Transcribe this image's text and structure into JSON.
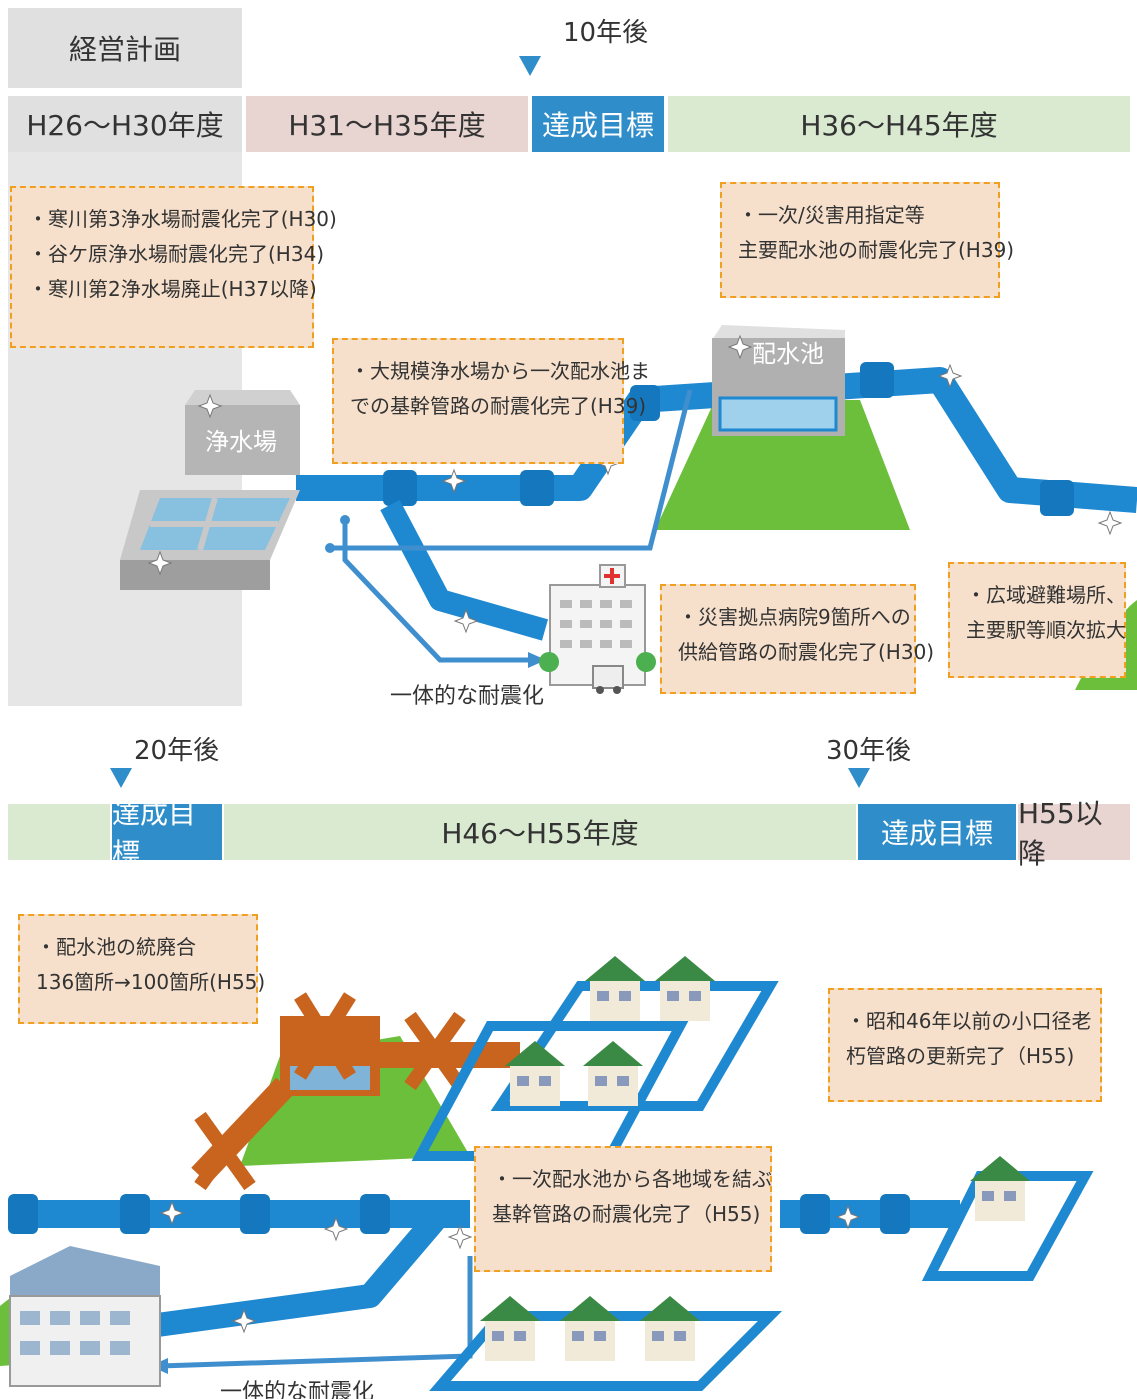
{
  "colors": {
    "accent_blue": "#2f8dca",
    "pipe_blue": "#1e88d0",
    "pink_band": "#e8d4d0",
    "green_band": "#d9ead0",
    "gray_band": "#e0e0e0",
    "note_fill": "#f6e0cc",
    "note_border": "#f0a020",
    "lawn": "#6cbf3a",
    "abandoned": "#c8641e"
  },
  "top_panel": {
    "plan_label": "経営計画",
    "milestone": "10年後",
    "periods": [
      "H26～H30年度",
      "H31～H35年度",
      "達成目標",
      "H36～H45年度"
    ],
    "notes": {
      "plants": [
        "・寒川第3浄水場耐震化完了(H30)",
        "・谷ケ原浄水場耐震化完了(H34)",
        "・寒川第2浄水場廃止(H37以降)"
      ],
      "reservoir": [
        "・一次/災害用指定等",
        "主要配水池の耐震化完了(H39)"
      ],
      "trunk": [
        "・大規模浄水場から一次配水池ま",
        "での基幹管路の耐震化完了(H39)"
      ],
      "hospital": [
        "・災害拠点病院9箇所への",
        "供給管路の耐震化完了(H30)"
      ],
      "shelter": [
        "・広域避難場所、",
        "主要駅等順次拡大"
      ]
    },
    "labels": {
      "plant": "浄水場",
      "reservoir": "配水池",
      "integrated": "一体的な耐震化"
    },
    "icons": [
      "water-treatment-plant-icon",
      "distribution-reservoir-icon",
      "hospital-icon",
      "ambulance-icon"
    ]
  },
  "bottom_panel": {
    "milestones": [
      "20年後",
      "30年後"
    ],
    "periods": [
      "達成目標",
      "H46～H55年度",
      "達成目標",
      "H55以降"
    ],
    "notes": {
      "consolidation": [
        "・配水池の統廃合",
        "136箇所→100箇所(H55)"
      ],
      "old_pipes": [
        "・昭和46年以前の小口径老",
        "朽管路の更新完了（H55)"
      ],
      "trunk": [
        "・一次配水池から各地域を結ぶ",
        "基幹管路の耐震化完了（H55)"
      ]
    },
    "labels": {
      "integrated": "一体的な耐震化"
    },
    "icons": [
      "abandoned-x-icon",
      "house-icon",
      "school-icon"
    ]
  }
}
